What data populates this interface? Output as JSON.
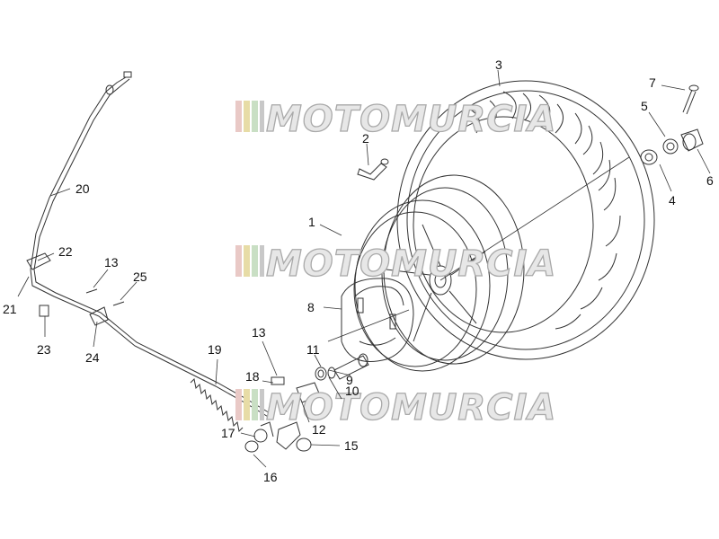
{
  "watermark": {
    "text": "MOTOMURCIA",
    "stripe_colors": [
      "#e9c9c6",
      "#e7dca6",
      "#c9dfc4",
      "#c8c8c8"
    ]
  },
  "callouts": [
    "1",
    "2",
    "3",
    "4",
    "5",
    "6",
    "7",
    "8",
    "9",
    "10",
    "11",
    "12",
    "13",
    "13",
    "15",
    "16",
    "17",
    "18",
    "19",
    "20",
    "21",
    "22",
    "23",
    "24",
    "25"
  ]
}
